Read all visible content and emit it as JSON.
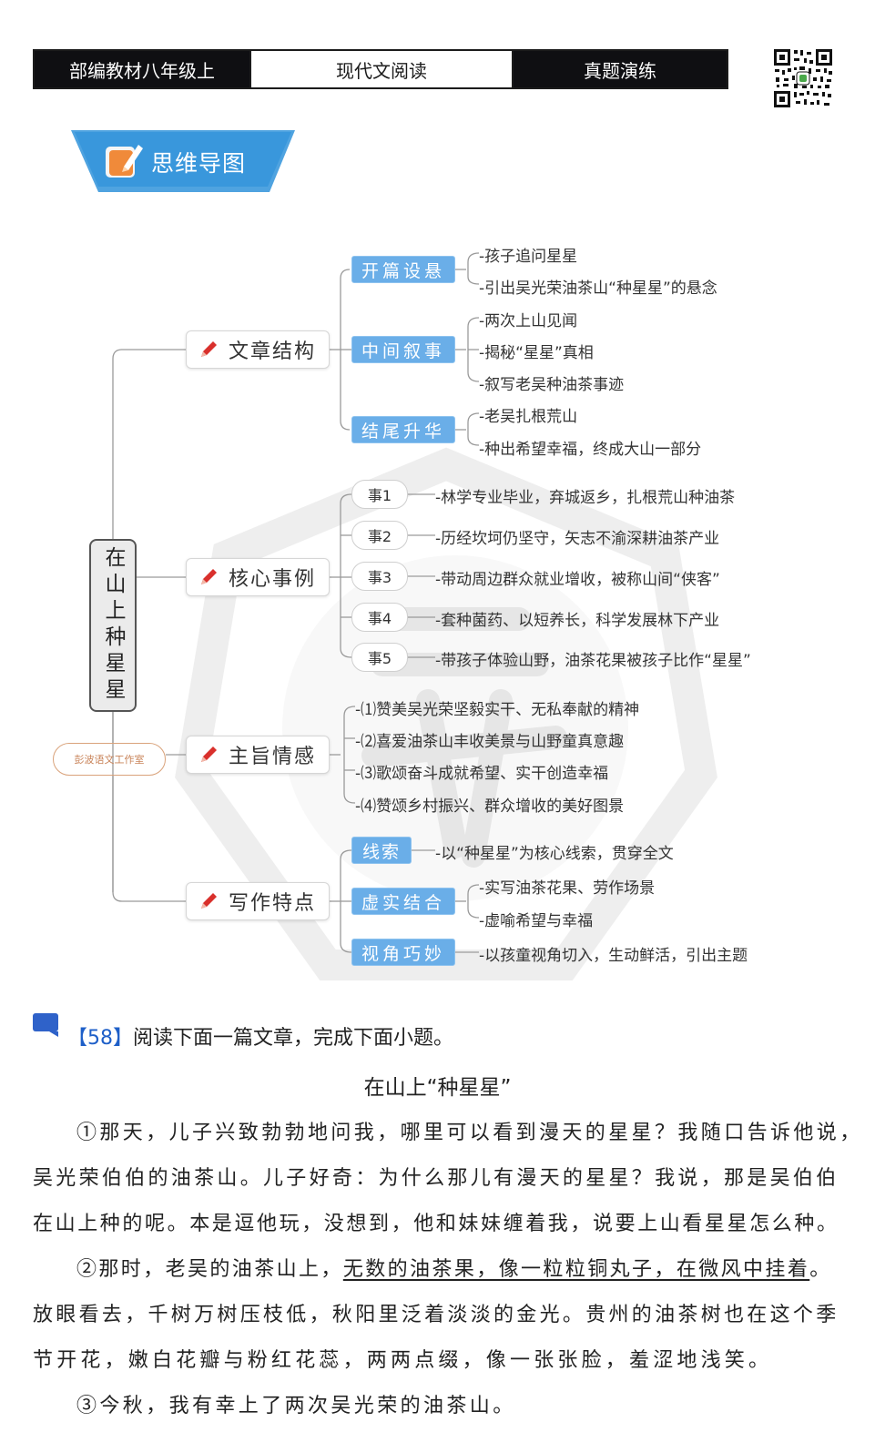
{
  "header": {
    "left": "部编教材八年级上",
    "middle": "现代文阅读",
    "right": "真题演练"
  },
  "banner": {
    "label": "思维导图"
  },
  "mindmap": {
    "root": "在山上种星星",
    "stamp": "彭波语文工作室",
    "categories": [
      {
        "label": "文章结构"
      },
      {
        "label": "核心事例"
      },
      {
        "label": "主旨情感"
      },
      {
        "label": "写作特点"
      }
    ],
    "structure": {
      "subs": [
        "开篇设悬",
        "中间叙事",
        "结尾升华"
      ],
      "leaves": [
        "-孩子追问星星",
        "-引出吴光荣油茶山“种星星”的悬念",
        "-两次上山见闻",
        "-揭秘“星星”真相",
        "-叙写老吴种油茶事迹",
        "-老吴扎根荒山",
        "-种出希望幸福，终成大山一部分"
      ]
    },
    "events": {
      "labels": [
        "事1",
        "事2",
        "事3",
        "事4",
        "事5"
      ],
      "leaves": [
        "-林学专业毕业，弃城返乡，扎根荒山种油茶",
        "-历经坎坷仍坚守，矢志不渝深耕油茶产业",
        "-带动周边群众就业增收，被称山间“侠客”",
        "-套种菌药、以短养长，科学发展林下产业",
        "-带孩子体验山野，油茶花果被孩子比作“星星”"
      ]
    },
    "theme": {
      "leaves": [
        "-⑴赞美吴光荣坚毅实干、无私奉献的精神",
        "-⑵喜爱油茶山丰收美景与山野童真意趣",
        "-⑶歌颂奋斗成就希望、实干创造幸福",
        "-⑷赞颂乡村振兴、群众增收的美好图景"
      ]
    },
    "writing": {
      "subs": [
        "线索",
        "虚实结合",
        "视角巧妙"
      ],
      "leaves": [
        "-以“种星星”为核心线索，贯穿全文",
        "-实写油茶花果、劳作场景",
        "-虚喻希望与幸福",
        "-以孩童视角切入，生动鲜活，引出主题"
      ]
    }
  },
  "question": {
    "number": "【58】",
    "prompt": "阅读下面一篇文章，完成下面小题。"
  },
  "article": {
    "title": "在山上“种星星”",
    "p1_l1": "①那天，儿子兴致勃勃地问我，哪里可以看到漫天的星星？我随口告诉他说，",
    "p1_l2": "吴光荣伯伯的油茶山。儿子好奇：为什么那儿有漫天的星星？我说，那是吴伯伯",
    "p1_l3": "在山上种的呢。本是逗他玩，没想到，他和妹妹缠着我，说要上山看星星怎么种。",
    "p2_l1a": "②那时，老吴的油茶山上，",
    "p2_l1b": "无数的油茶果，像一粒粒铜丸子，在微风中挂着",
    "p2_l1c": "。",
    "p2_l2": "放眼看去，千树万树压枝低，秋阳里泛着淡淡的金光。贵州的油茶树也在这个季",
    "p2_l3": "节开花，嫩白花瓣与粉红花蕊，两两点缀，像一张张脸，羞涩地浅笑。",
    "p3_l1": "③今秋，我有幸上了两次吴光荣的油茶山。"
  },
  "colors": {
    "accent_blue": "#6aaee8",
    "header_dark": "#0f0f12",
    "pen_red": "#d9302c",
    "question_blue": "#1e5fc8"
  }
}
